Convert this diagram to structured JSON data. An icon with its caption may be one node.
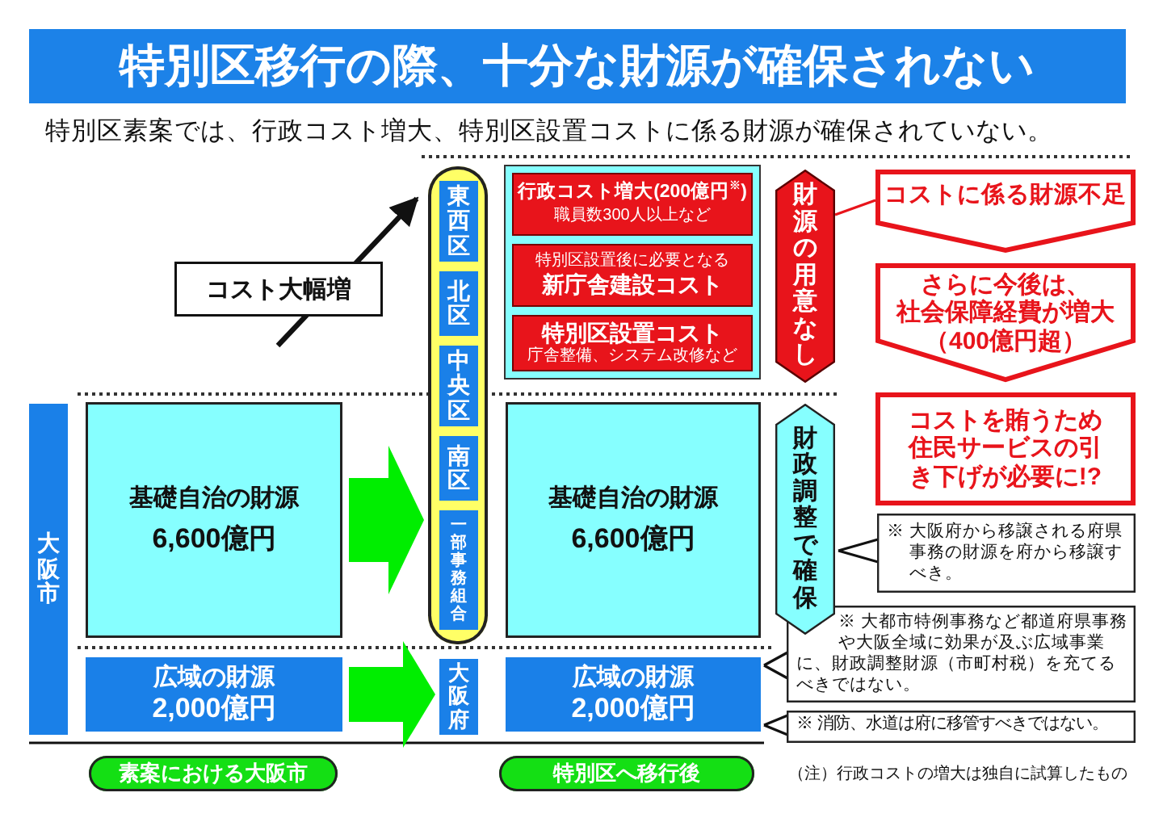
{
  "diagram": {
    "title": "特別区移行の際、十分な財源が確保されない",
    "nodes": [
      {
        "text": [],
        "shape": "box"
      },
      {
        "text": [
          "東西区"
        ],
        "in": 0
      },
      {
        "text": [
          "北区"
        ],
        "in": 0
      },
      {
        "text": [
          "中央区"
        ],
        "in": 0
      },
      {
        "text": [
          "南区"
        ],
        "in": 0
      },
      {
        "text": [
          "一部事務組合"
        ],
        "in": 0
      },
      {
        "text": [],
        "shape": "box"
      },
      {
        "text": [
          "行政コスト増大(200億円$^{※}$)",
          "職員数300人以上など"
        ],
        "in": 6
      },
      {
        "text": [
          "特別区設置後に必要となる",
          "新庁舎建設コスト"
        ],
        "in": 6
      },
      {
        "text": [
          "特別区設置コスト",
          "庁舎整備、システム改修など"
        ],
        "in": 6
      },
      {
        "text": [
          "財源の用意なし"
        ]
      },
      {
        "text": [
          "コストに係る財源不足"
        ]
      },
      {
        "text": [
          "さらに今後は、社会保障経費が増大（400億円超）"
        ]
      },
      {
        "text": [
          "大阪市"
        ]
      },
      {
        "text": [
          "基礎自治の財源",
          "6,600億円"
        ]
      },
      {
        "text": [
          "基礎自治の財源",
          "6,600億円"
        ]
      },
      {
        "text": [
          "財政調整で確保"
        ]
      },
      {
        "text": [
          "コストを賄うため住民サービスの引き下げが必要に!?"
        ]
      },
      {
        "text": [
          "※ 大阪府から移譲される府県事務の財源を府から移譲すべき。"
        ]
      },
      {
        "text": [
          "※ 大都市特例事務など都道府県事務や大阪全域に効果が及ぶ広域事業に、財政調整財源（市町村税）を充てるべきではない。"
        ]
      },
      {
        "text": [
          "広域の財源",
          "2,000億円"
        ]
      },
      {
        "text": [
          "大阪府"
        ]
      },
      {
        "text": [
          "広域の財源",
          "2,000億円"
        ]
      },
      {
        "text": [
          "※ 消防、水道は府に移管すべきではない。"
        ]
      },
      {
        "text": [
          "素案における大阪市"
        ]
      },
      {
        "text": [
          "特別区へ移行後"
        ]
      }
    ],
    "edges": [
      {
        "from": null,
        "to": 0,
        "arrow": "to",
        "label": "コスト大幅増",
        "style": "thick"
      },
      {
        "from": 14,
        "to": 0,
        "arrow": "to",
        "style": "thick",
        "color": "#00ee00"
      },
      {
        "from": 20,
        "to": 21,
        "arrow": "to",
        "style": "thick",
        "color": "#00ee00"
      },
      {
        "from": 10,
        "to": 11,
        "arrow": "none",
        "color": "#e8141b"
      },
      {
        "from": 18,
        "to": 16,
        "arrow": "none"
      },
      {
        "from": 19,
        "to": 22,
        "arrow": "none"
      },
      {
        "from": 23,
        "to": 22,
        "arrow": "none"
      }
    ],
    "labels": [
      "特別区素案では、行政コスト増大、特別区設置コストに係る財源が確保されていない。",
      "（注）行政コストの増大は独自に試算したもの"
    ]
  }
}
